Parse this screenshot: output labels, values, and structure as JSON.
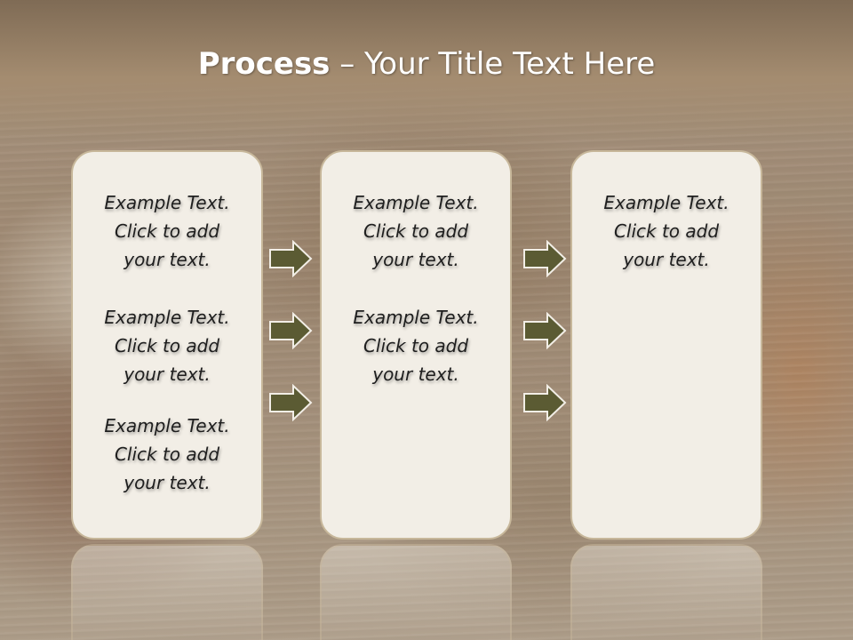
{
  "slide": {
    "title_bold": "Process",
    "title_rest": " – Your Title Text Here"
  },
  "columns": [
    {
      "blocks": [
        {
          "line1": "Example Text.",
          "line2": "Click  to add",
          "line3": "your text."
        },
        {
          "line1": "Example Text.",
          "line2": "Click  to add",
          "line3": "your text."
        },
        {
          "line1": "Example Text.",
          "line2": "Click  to add",
          "line3": "your text."
        }
      ]
    },
    {
      "blocks": [
        {
          "line1": "Example Text.",
          "line2": "Click  to add",
          "line3": "your text."
        },
        {
          "line1": "Example Text.",
          "line2": "Click  to add",
          "line3": "your text."
        }
      ]
    },
    {
      "blocks": [
        {
          "line1": "Example Text.",
          "line2": "Click  to add",
          "line3": "your text."
        }
      ]
    }
  ],
  "arrows": {
    "icon": "right-arrow-icon",
    "fill": "#5b5b33",
    "stroke": "#f2eee6"
  }
}
